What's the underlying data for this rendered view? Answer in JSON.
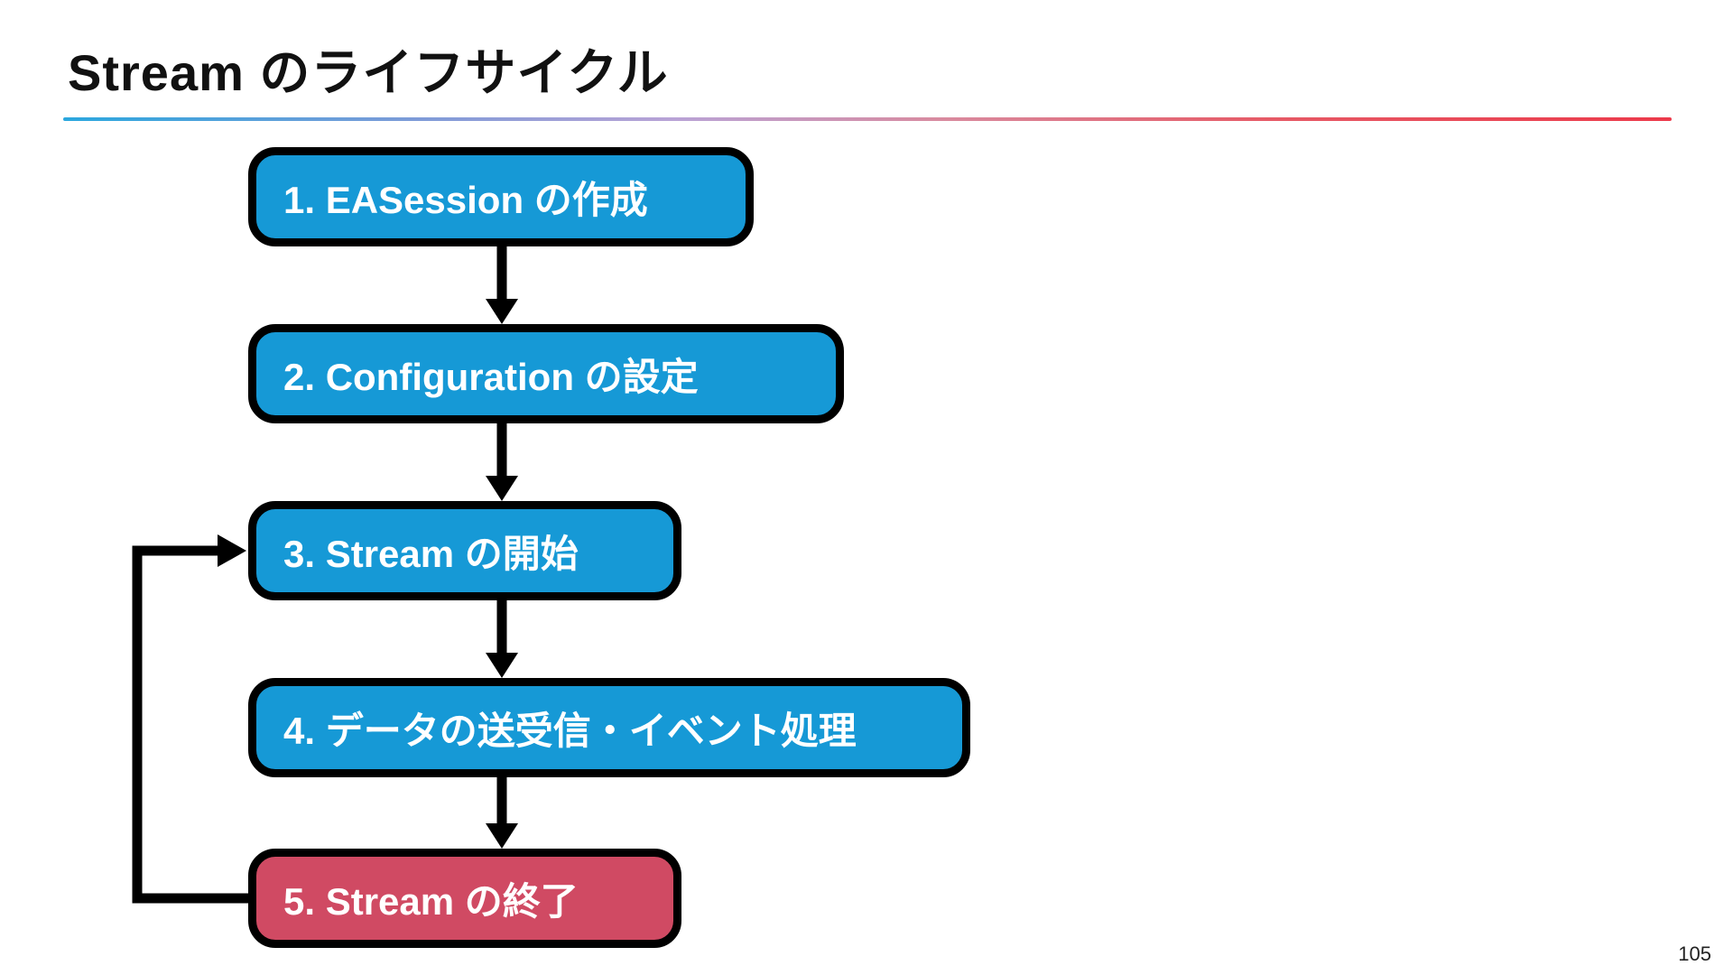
{
  "slide": {
    "title": "Stream のライフサイクル",
    "page_number": "105"
  },
  "flow": {
    "nodes": [
      {
        "label": "1. EASession の作成",
        "color": "#1699d6"
      },
      {
        "label": "2. Configuration の設定",
        "color": "#1699d6"
      },
      {
        "label": "3. Stream の開始",
        "color": "#1699d6"
      },
      {
        "label": "4. データの送受信・イベント処理",
        "color": "#1699d6"
      },
      {
        "label": "5. Stream の終了",
        "color": "#d04a63"
      }
    ],
    "colors": {
      "node_blue": "#1699d6",
      "node_red": "#d04a63",
      "node_border": "#000000",
      "node_text": "#ffffff",
      "arrow": "#000000"
    }
  },
  "accent_line": {
    "gradient_left": "#2ba7de",
    "gradient_right": "#ec3a4b"
  }
}
